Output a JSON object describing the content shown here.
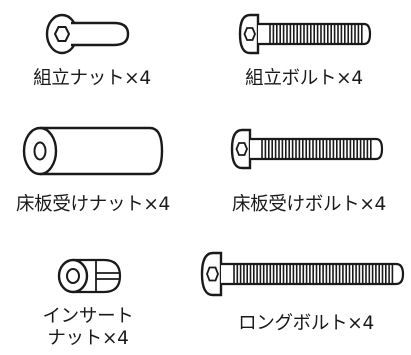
{
  "parts": [
    {
      "label": "組立ナット×4",
      "icon": "barrel-nut-icon"
    },
    {
      "label": "組立ボルト×4",
      "icon": "short-hex-bolt-icon"
    },
    {
      "label": "床板受けナット×4",
      "icon": "long-barrel-nut-icon"
    },
    {
      "label": "床板受けボルト×4",
      "icon": "medium-hex-bolt-icon"
    },
    {
      "label_lines": [
        "インサート",
        "ナット×4"
      ],
      "icon": "insert-nut-icon"
    },
    {
      "label": "ロングボルト×4",
      "icon": "long-hex-bolt-icon"
    }
  ],
  "colors": {
    "line": "#1a1a1a",
    "background": "#ffffff"
  }
}
